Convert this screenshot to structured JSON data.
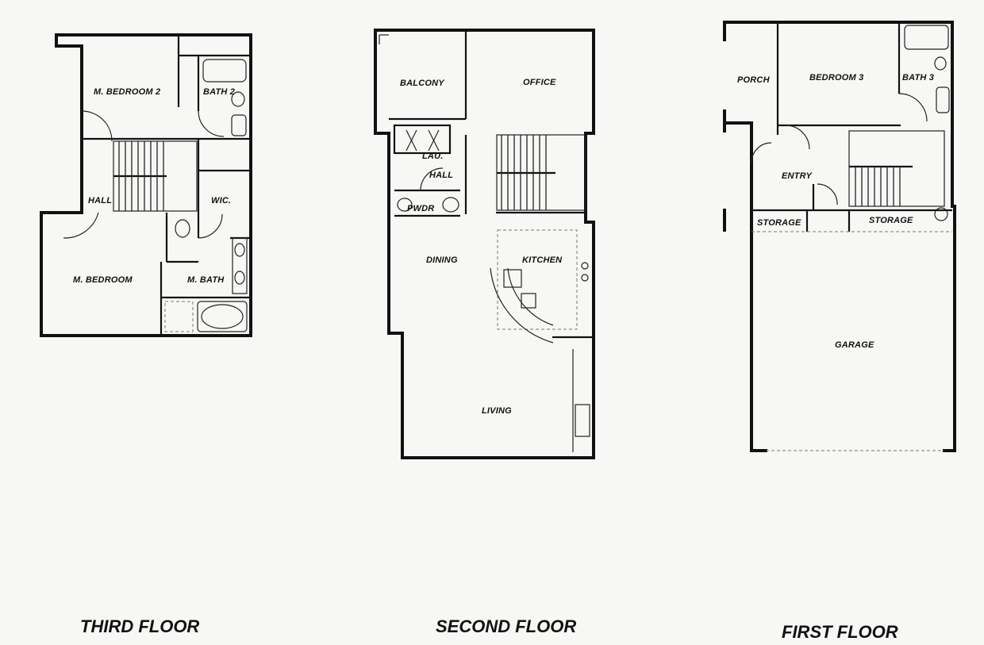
{
  "floors": [
    {
      "title": "THIRD FLOOR",
      "rooms": {
        "master_bedroom_2": "M. BEDROOM 2",
        "bath_2": "BATH 2",
        "hall": "HALL",
        "wic": "WIC.",
        "master_bedroom": "M. BEDROOM",
        "master_bath": "M. BATH"
      }
    },
    {
      "title": "SECOND FLOOR",
      "rooms": {
        "balcony": "BALCONY",
        "office": "OFFICE",
        "laundry": "LAU.",
        "hall": "HALL",
        "powder": "PWDR",
        "dining": "DINING",
        "kitchen": "KITCHEN",
        "living": "LIVING"
      }
    },
    {
      "title": "FIRST FLOOR",
      "rooms": {
        "porch": "PORCH",
        "bedroom_3": "BEDROOM 3",
        "bath_3": "BATH 3",
        "entry": "ENTRY",
        "storage_left": "STORAGE",
        "storage_right": "STORAGE",
        "garage": "GARAGE"
      }
    }
  ]
}
